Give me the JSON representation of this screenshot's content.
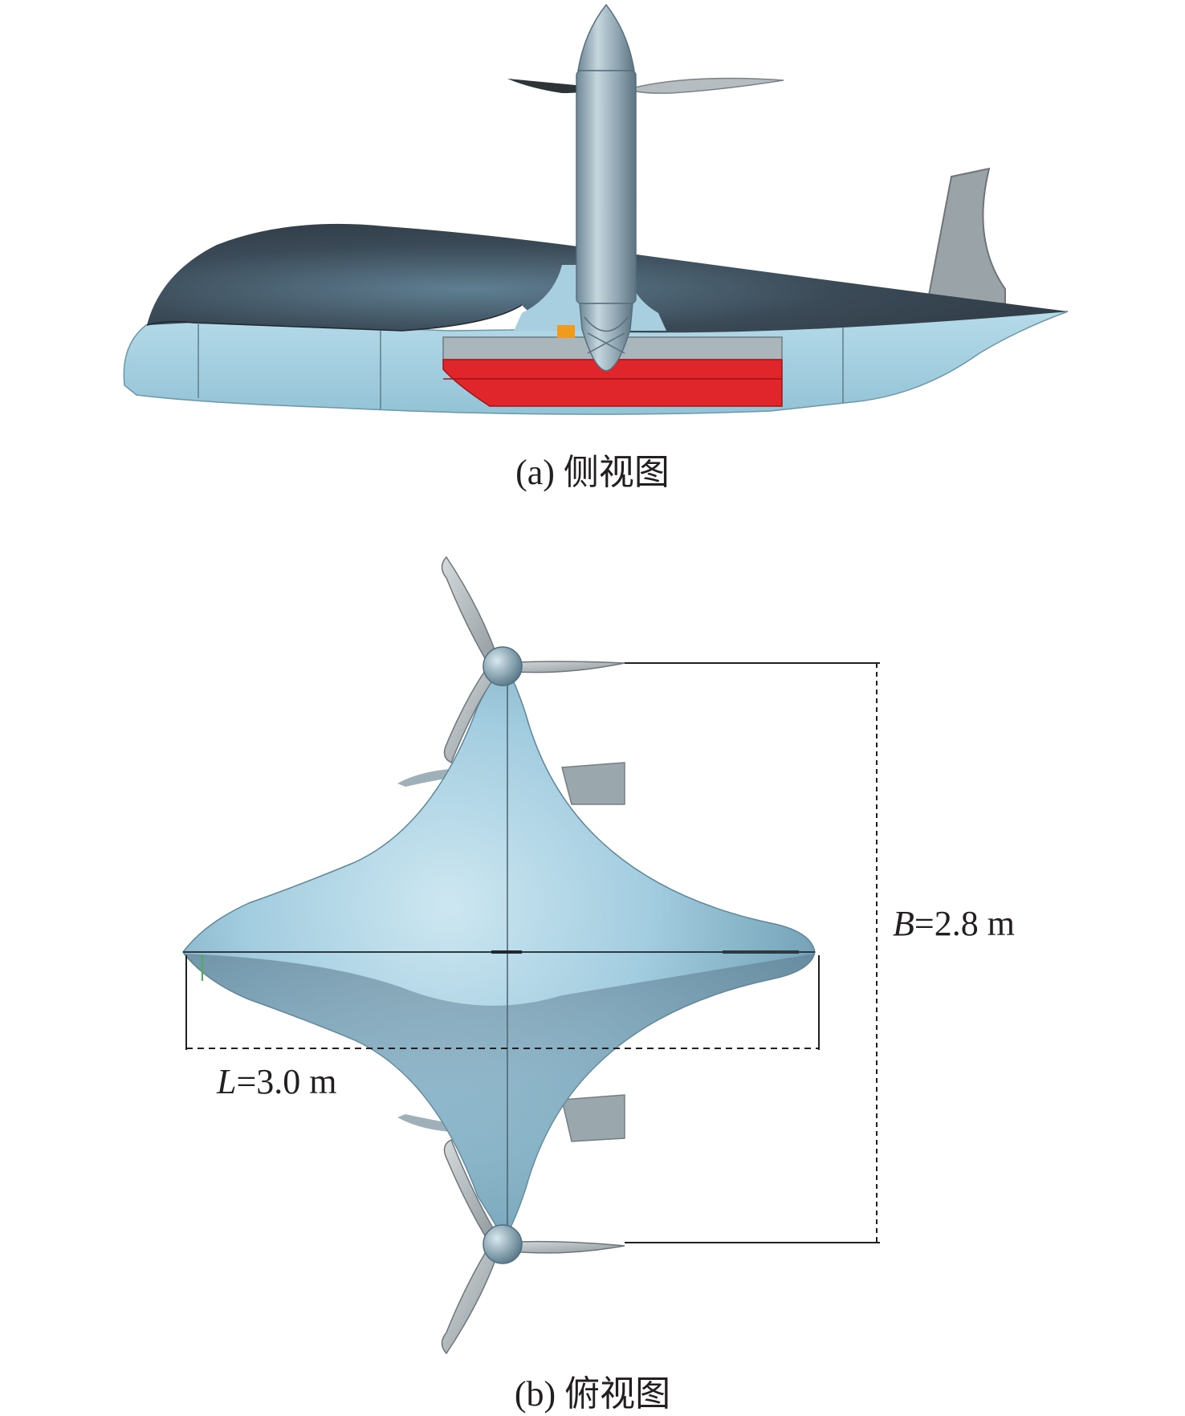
{
  "panel_a": {
    "caption": "(a) 侧视图"
  },
  "panel_b": {
    "caption": "(b) 俯视图",
    "length_dim": {
      "symbol": "L",
      "value": "=3.0 m"
    },
    "breadth_dim": {
      "symbol": "B",
      "value": "=2.8 m"
    }
  },
  "colors": {
    "hull_light": "#a9d3e4",
    "hull_dark": "#34404c",
    "mast": "#8fa7b4",
    "battery": "#e0262b",
    "fin": "#9aa8ae"
  }
}
